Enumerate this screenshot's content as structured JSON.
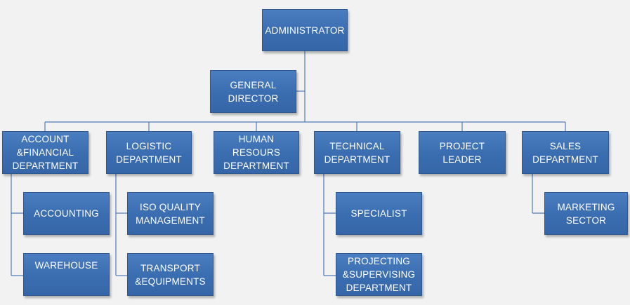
{
  "org_chart": {
    "administrator": "ADMINISTRATOR",
    "general_director": "GENERAL\nDIRECTOR",
    "departments": [
      "ACCOUNT\n&FINANCIAL\nDEPARTMENT",
      "LOGISTIC\nDEPARTMENT",
      "HUMAN\nRESOURS\nDEPARTMENT",
      "TECHNICAL\nDEPARTMENT",
      "PROJECT LEADER",
      "SALES\nDEPARTMENT"
    ],
    "sub_units": {
      "accounting": "ACCOUNTING",
      "warehouse": "WAREHOUSE",
      "iso_quality": "ISO QUALITY\nMANAGEMENT",
      "transport": "TRANSPORT\n&EQUIPMENTS",
      "specialist": "SPECIALIST",
      "projecting": "PROJECTING\n&SUPERVISING\nDEPARTMENT",
      "marketing": "MARKETING\nSECTOR"
    }
  }
}
